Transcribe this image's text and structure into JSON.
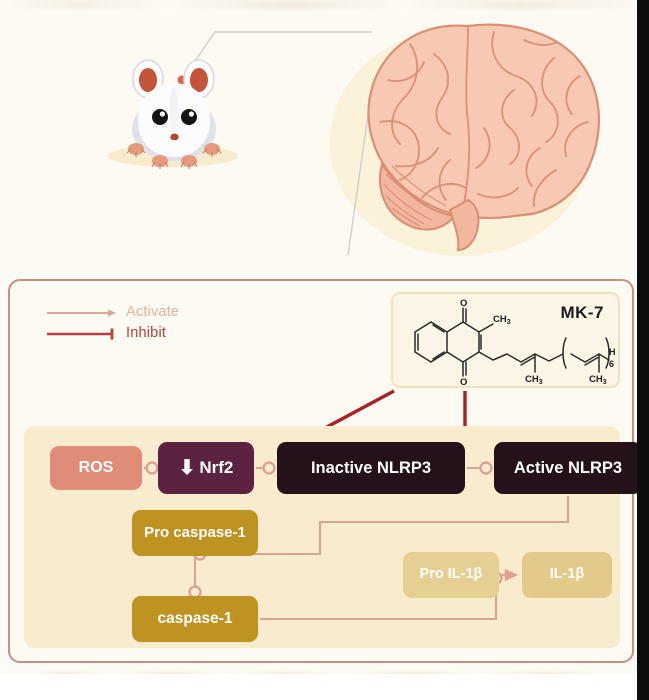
{
  "figure": {
    "domain_note": "Scientific pathway schematic",
    "top_illustration": {
      "mouse_icon": "laboratory-mouse",
      "brain_icon": "human-brain",
      "leader_line": "mouse-head-to-brain"
    },
    "caption_text": ""
  },
  "legend": {
    "items": [
      {
        "label": "Activate",
        "type": "arrow",
        "color": "#e0a396"
      },
      {
        "label": "Inhibit",
        "type": "tbar",
        "color": "#b5413f"
      }
    ]
  },
  "compound": {
    "name": "MK-7",
    "structure_name": "menaquinone-7",
    "repeat_subscript": "6",
    "terminal_atom": "H",
    "methyl_labels": [
      "CH3",
      "CH3",
      "CH3"
    ],
    "oxygen_labels": [
      "O",
      "O"
    ]
  },
  "pathway": {
    "nodes": [
      {
        "id": "ros",
        "label": "ROS",
        "color": "#df8d78"
      },
      {
        "id": "nrf2",
        "label": "Nrf2",
        "color": "#5c2242",
        "prefix_icon": "down-arrow"
      },
      {
        "id": "inactive",
        "label": "Inactive NLRP3",
        "color": "#241119"
      },
      {
        "id": "active",
        "label": "Active NLRP3",
        "color": "#241119"
      },
      {
        "id": "procasp",
        "label": "Pro caspase-1",
        "color": "#bf9321"
      },
      {
        "id": "casp",
        "label": "caspase-1",
        "color": "#bf9321"
      },
      {
        "id": "proil",
        "label": "Pro IL-1β",
        "color": "#e6cf92"
      },
      {
        "id": "il",
        "label": "IL-1β",
        "color": "#e3c98a"
      }
    ],
    "edges": [
      {
        "from": "ros",
        "to": "nrf2",
        "type": "activate"
      },
      {
        "from": "nrf2",
        "to": "inactive",
        "type": "activate"
      },
      {
        "from": "inactive",
        "to": "active",
        "type": "activate"
      },
      {
        "from": "active",
        "to": "procasp",
        "type": "activate"
      },
      {
        "from": "procasp",
        "to": "casp",
        "type": "activate"
      },
      {
        "from": "casp",
        "to": "il",
        "type": "activate"
      },
      {
        "from": "proil",
        "to": "il",
        "type": "activate"
      },
      {
        "from": "MK-7",
        "to": "nrf2",
        "type": "inhibit"
      },
      {
        "from": "MK-7",
        "to": "active",
        "type": "inhibit"
      }
    ]
  },
  "colors": {
    "page_background": "#fdfbf7",
    "frame_border": "#c98f85",
    "panel_background": "#f9ecce",
    "mk7_box": "#fdf6e6",
    "activate_line": "#d9a295",
    "inhibit_line": "#b5252c",
    "brain_fill": "#f6c3ac",
    "brain_glow": "#faf0d4"
  }
}
